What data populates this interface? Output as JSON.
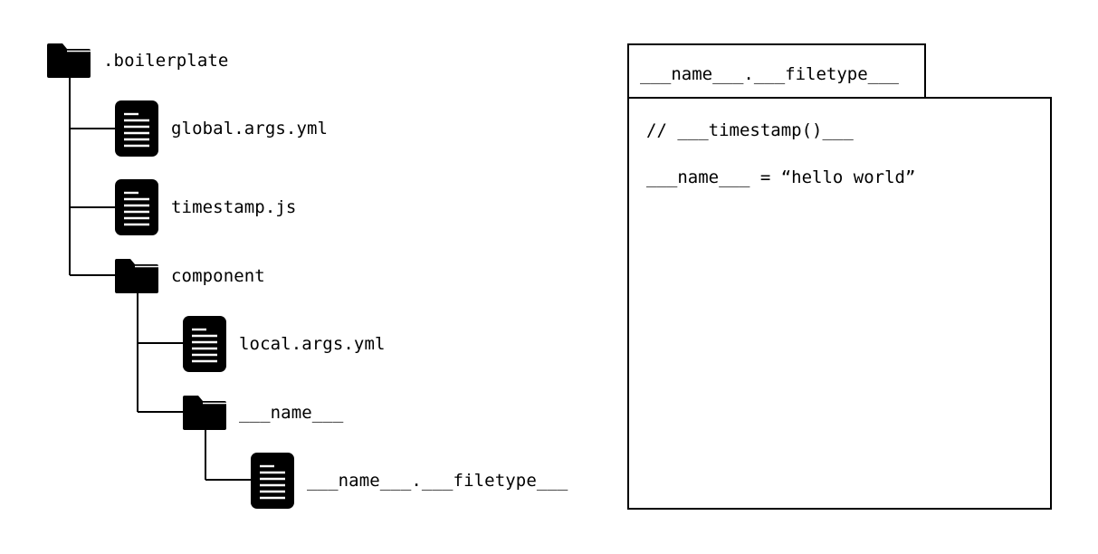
{
  "tree": {
    "root": {
      "label": ".boilerplate",
      "icon": "folder-icon"
    },
    "global_args": {
      "label": "global.args.yml",
      "icon": "file-icon"
    },
    "timestamp_js": {
      "label": "timestamp.js",
      "icon": "file-icon"
    },
    "component": {
      "label": "component",
      "icon": "folder-icon"
    },
    "local_args": {
      "label": "local.args.yml",
      "icon": "file-icon"
    },
    "name_folder": {
      "label": "___name___",
      "icon": "folder-icon"
    },
    "name_file": {
      "label": "___name___.___filetype___",
      "icon": "file-icon"
    }
  },
  "editor": {
    "tab_label": "___name___.___filetype___",
    "lines": [
      "// ___timestamp()___",
      "___name___ = “hello world”"
    ]
  },
  "colors": {
    "foreground": "#000000",
    "background": "#ffffff"
  }
}
